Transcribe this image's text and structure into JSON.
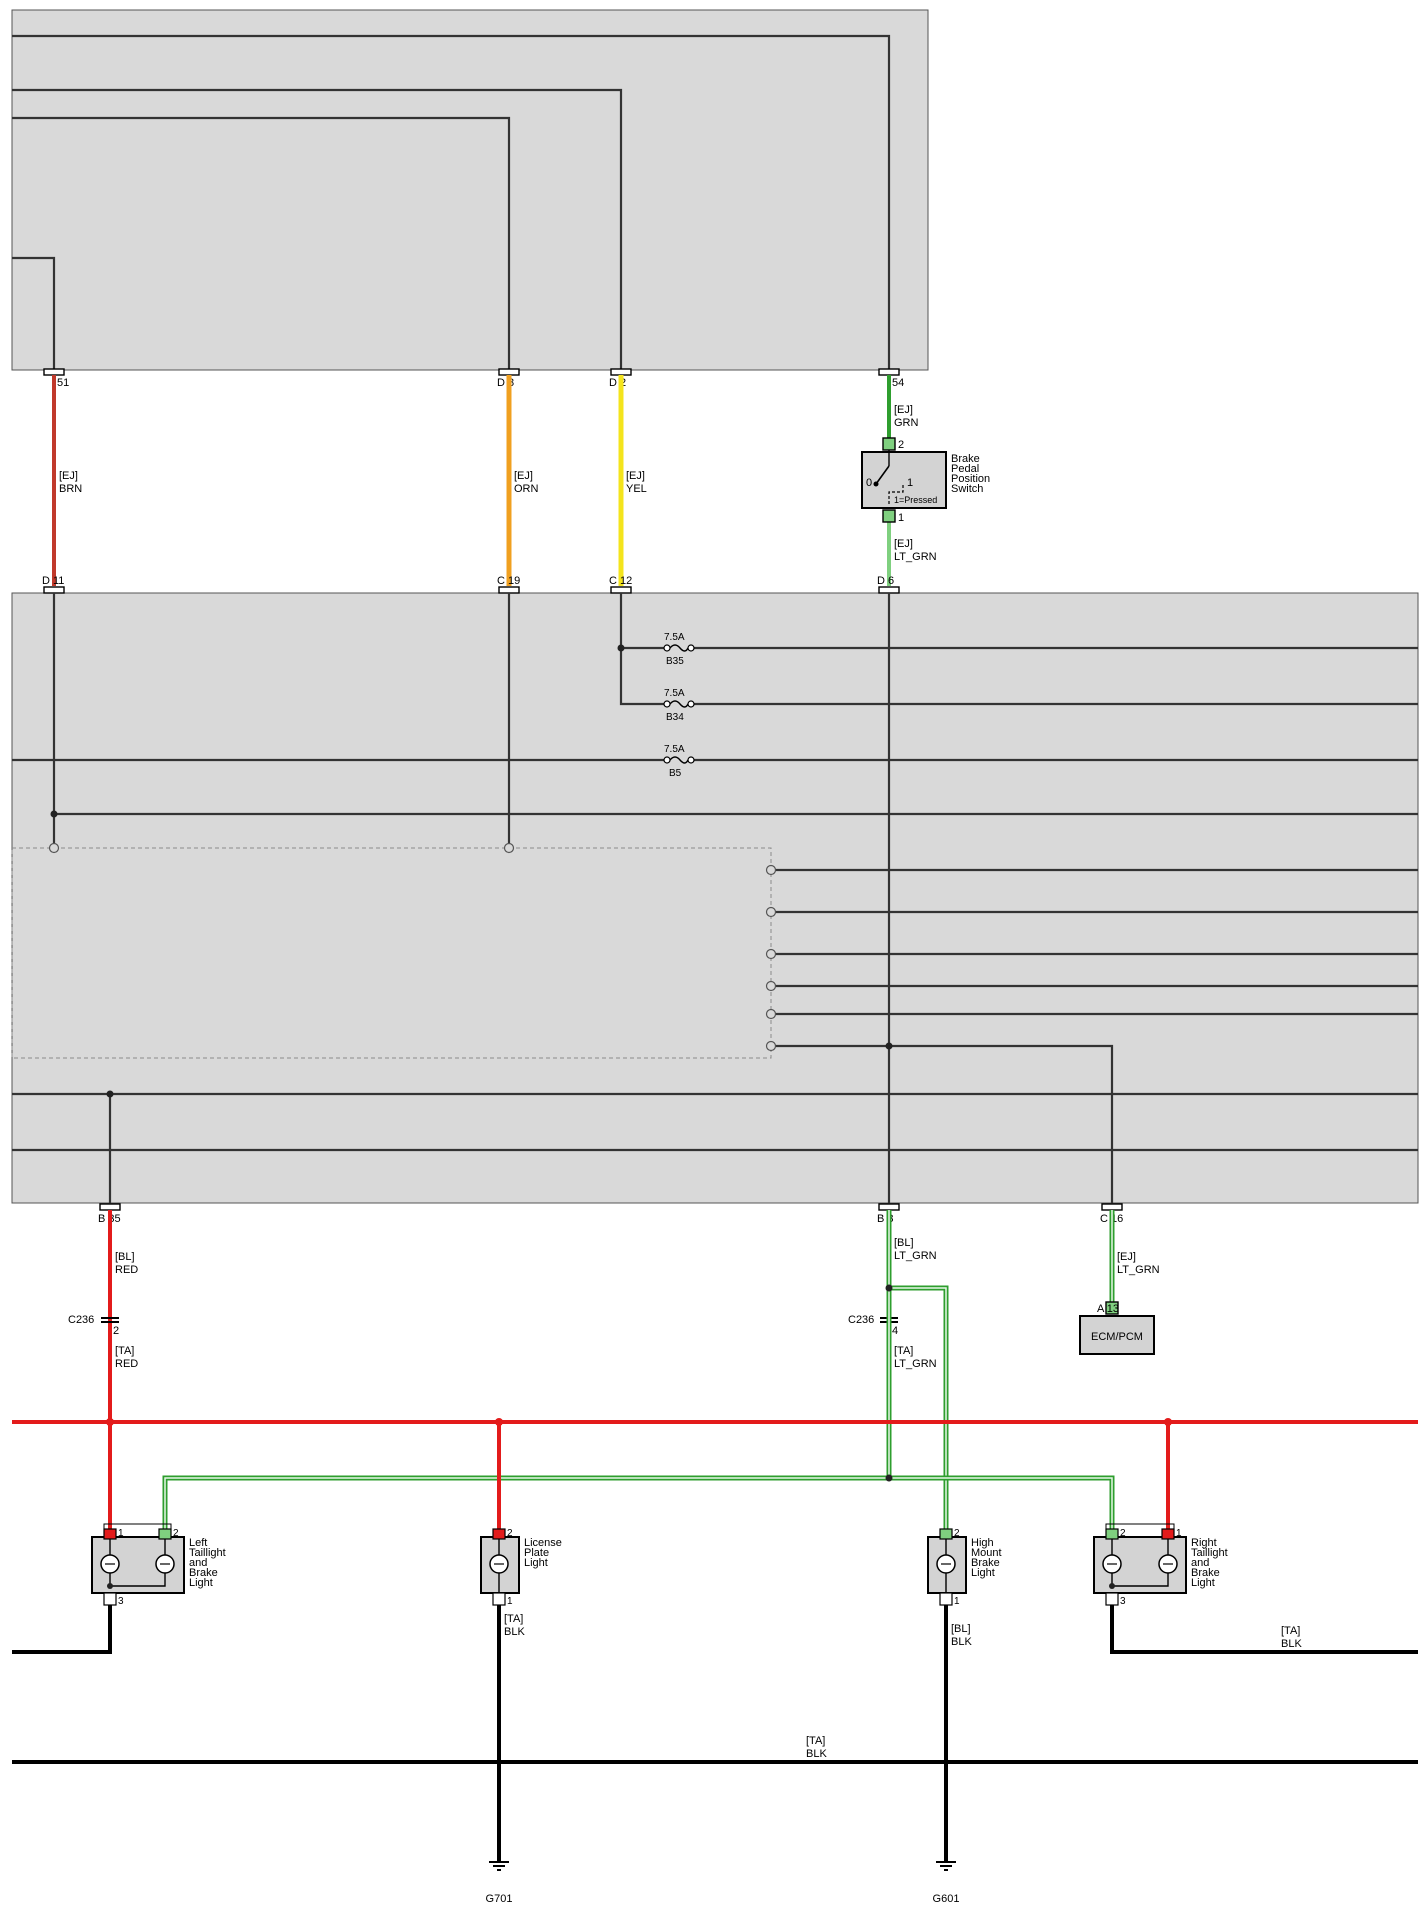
{
  "connectors": {
    "top_b51": "51",
    "top_d8": "D 8",
    "top_d2": "D 2",
    "top_b54": "54",
    "bot_d11": "D 11",
    "bot_c19": "C 19",
    "bot_c12": "C 12",
    "bot_d6": "D 6",
    "b35": "B 35",
    "b8": "B 8",
    "c16": "C 16",
    "a13": "A 13",
    "c236_left": "C236",
    "c236_left_pin": "2",
    "c236_right": "C236",
    "c236_right_pin": "4"
  },
  "wires": {
    "brn": {
      "harness": "[EJ]",
      "color": "BRN"
    },
    "orn": {
      "harness": "[EJ]",
      "color": "ORN"
    },
    "yel": {
      "harness": "[EJ]",
      "color": "YEL"
    },
    "grn": {
      "harness": "[EJ]",
      "color": "GRN"
    },
    "lt_grn_switch": {
      "harness": "[EJ]",
      "color": "LT_GRN"
    },
    "bl_red": {
      "harness": "[BL]",
      "color": "RED"
    },
    "ta_red": {
      "harness": "[TA]",
      "color": "RED"
    },
    "bl_lt_grn": {
      "harness": "[BL]",
      "color": "LT_GRN"
    },
    "ta_lt_grn": {
      "harness": "[TA]",
      "color": "LT_GRN"
    },
    "ej_lt_grn_ecm": {
      "harness": "[EJ]",
      "color": "LT_GRN"
    },
    "ta_blk_license": {
      "harness": "[TA]",
      "color": "BLK"
    },
    "bl_blk_high": {
      "harness": "[BL]",
      "color": "BLK"
    },
    "ta_blk_right": {
      "harness": "[TA]",
      "color": "BLK"
    },
    "ta_blk_bus": {
      "harness": "[TA]",
      "color": "BLK"
    }
  },
  "fuses": [
    {
      "rating": "7.5A",
      "id": "B35"
    },
    {
      "rating": "7.5A",
      "id": "B34"
    },
    {
      "rating": "7.5A",
      "id": "B5"
    }
  ],
  "switch": {
    "label_lines": [
      "Brake",
      "Pedal",
      "Position",
      "Switch"
    ],
    "pin_top": "2",
    "pin_bottom": "1",
    "pos0": "0",
    "pos1": "1",
    "note": "1=Pressed"
  },
  "ecm": {
    "label": "ECM/PCM"
  },
  "lights": {
    "left": {
      "label_lines": [
        "Left",
        "Taillight",
        "and",
        "Brake",
        "Light"
      ],
      "pin_a": "1",
      "pin_b": "2",
      "pin_c": "3"
    },
    "license": {
      "label_lines": [
        "License",
        "Plate",
        "Light"
      ],
      "pin_a": "2",
      "pin_c": "1"
    },
    "high": {
      "label_lines": [
        "High",
        "Mount",
        "Brake",
        "Light"
      ],
      "pin_a": "2",
      "pin_c": "1"
    },
    "right": {
      "label_lines": [
        "Right",
        "Taillight",
        "and",
        "Brake",
        "Light"
      ],
      "pin_a": "2",
      "pin_b": "1",
      "pin_c": "3"
    }
  },
  "grounds": {
    "g701": "G701",
    "g601": "G601"
  },
  "colors": {
    "panel": "#d9d9d9",
    "brn": "#c0392b",
    "orn": "#f0a020",
    "yel": "#f4e41c",
    "grn": "#2e9e2e",
    "lt_grn": "#7fd07f",
    "red": "#e31b1b",
    "blk": "#000000"
  }
}
